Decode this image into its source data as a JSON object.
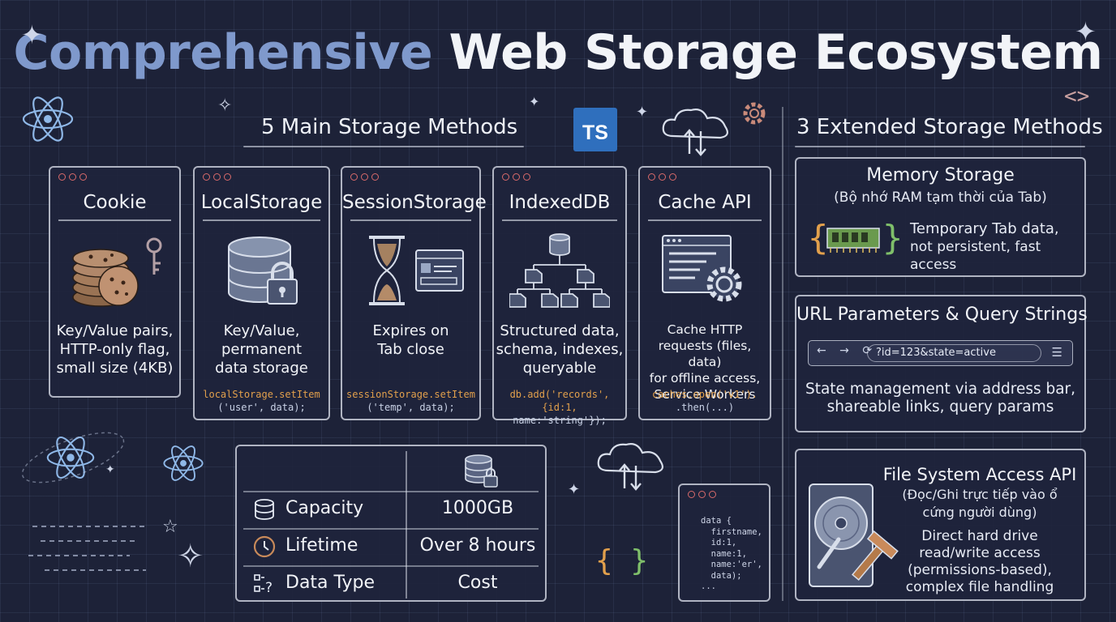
{
  "title": {
    "part1": "Comprehensive",
    "part2": "Web Storage Ecosystem"
  },
  "main_section": {
    "heading": "5 Main Storage Methods"
  },
  "ts_badge": "TS",
  "cards": [
    {
      "title": "Cookie",
      "desc": [
        "Key/Value pairs,",
        "HTTP-only flag,",
        "small size (4KB)"
      ],
      "code": []
    },
    {
      "title": "LocalStorage",
      "desc": [
        "Key/Value,",
        "permanent",
        "data storage"
      ],
      "code": [
        "localStorage.setItem",
        "('user', data);"
      ]
    },
    {
      "title": "SessionStorage",
      "desc": [
        "Expires on",
        "Tab close"
      ],
      "code": [
        "sessionStorage.setItem",
        "('temp', data);"
      ]
    },
    {
      "title": "IndexedDB",
      "desc": [
        "Structured data,",
        "schema, indexes,",
        "queryable"
      ],
      "code": [
        "db.add('records',{id:1,",
        "name:'string'});"
      ]
    },
    {
      "title": "Cache API",
      "desc": [
        "Cache HTTP",
        "requests (files, data)",
        "for offline access,",
        "Service Workers"
      ],
      "code": [
        "caches.open('v1').",
        ".then(...)"
      ]
    }
  ],
  "ext_section": {
    "heading": "3 Extended Storage Methods"
  },
  "memory": {
    "title": "Memory Storage",
    "subtitle": "(Bộ nhớ RAM tạm thời của Tab)",
    "desc": [
      "Temporary Tab data,",
      "not persistent, fast access"
    ]
  },
  "url_params": {
    "title": "URL Parameters & Query Strings",
    "address": "?id=123&state=active",
    "desc": [
      "State management via address bar,",
      "shareable links, query params"
    ]
  },
  "file_system": {
    "title": "File System Access API",
    "subtitle": [
      "(Đọc/Ghi trực tiếp vào ổ",
      "cứng người dùng)"
    ],
    "desc": [
      "Direct hard drive",
      "read/write access",
      "(permissions-based),",
      "complex file handling"
    ]
  },
  "table": {
    "rows": [
      {
        "label": "Capacity",
        "value": "1000GB",
        "icon": "database-icon"
      },
      {
        "label": "Lifetime",
        "value": "Over 8 hours",
        "icon": "clock-icon"
      },
      {
        "label": "Data Type",
        "value": "Cost",
        "icon": "data-type-icon"
      }
    ]
  },
  "code_window": {
    "lines": [
      "data {",
      "  firstname,",
      "  id:1,",
      "  name:1,",
      "  name:'er',",
      "  data);",
      "..."
    ]
  },
  "colors": {
    "background": "#1d2238",
    "title_accent": "#7f99cc",
    "code_keyword": "#e2a04c",
    "ts_blue": "#2f6fbd"
  }
}
